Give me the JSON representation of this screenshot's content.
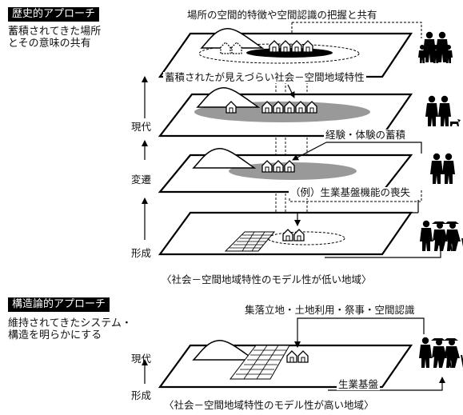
{
  "historical": {
    "tag": "歴史的アプローチ",
    "desc": "蓄積されてきた場所\nとその意味の共有",
    "annot_top": "場所の空間的特徴や空間認識の把握と共有",
    "annot_accum": "蓄積されたが見えづらい社会－空間地域特性",
    "annot_experience": "経験・体験の蓄積",
    "annot_example": "（例）生業基盤機能の喪失",
    "axis_gendai": "現代",
    "axis_hensen": "変遷",
    "axis_keisei": "形成",
    "caption": "〈社会－空間地域特性のモデル性が低い地域〉"
  },
  "structural": {
    "tag": "構造論的アプローチ",
    "desc": "維持されてきたシステム・\n構造を明らかにする",
    "annot_top": "集落立地・土地利用・祭事・空間認識",
    "annot_base": "生業基盤",
    "axis_gendai": "現代",
    "axis_keisei": "形成",
    "caption": "〈社会－空間地域特性のモデル性が高い地域〉"
  }
}
